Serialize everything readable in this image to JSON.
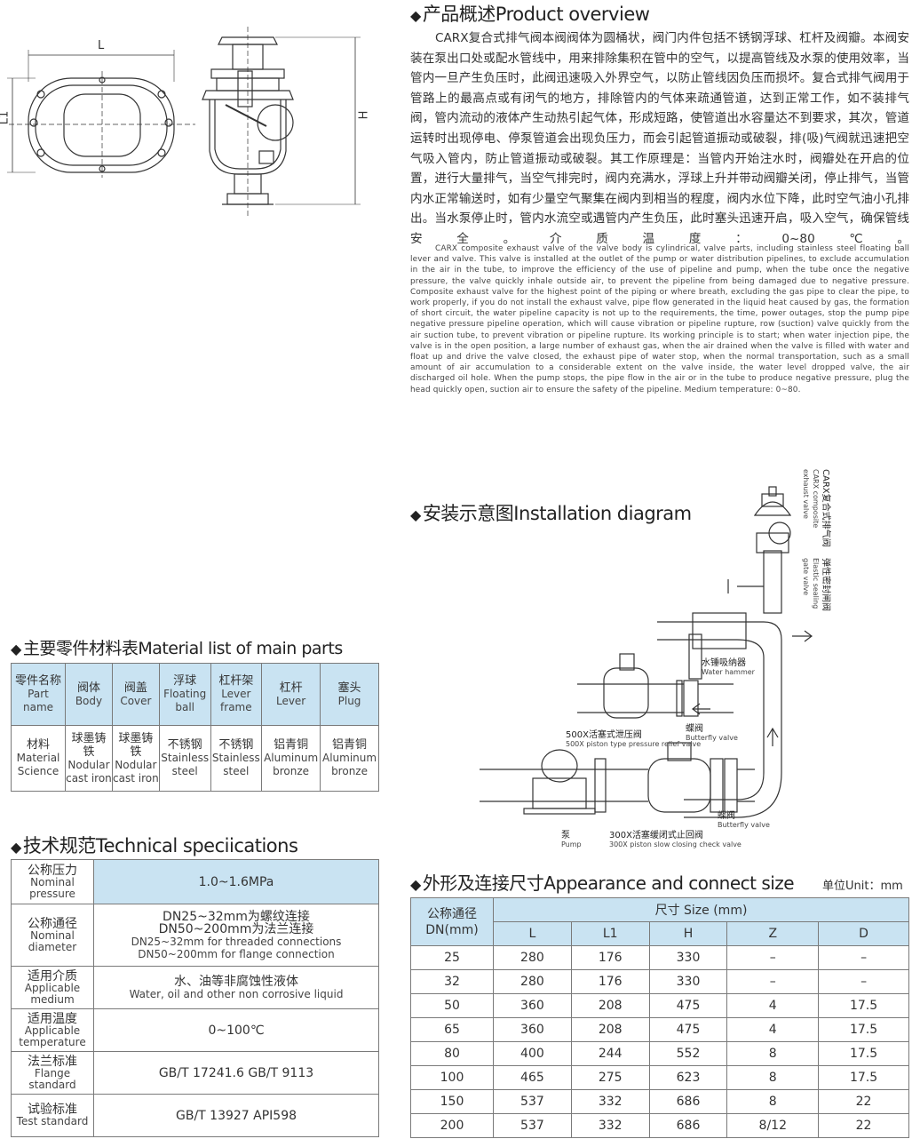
{
  "overview": {
    "title": "产品概述Product overview",
    "cn_text": "CARX复合式排气阀本阀阀体为圆桶状，阀门内件包括不锈钢浮球、杠杆及阀瓣。本阀安装在泵出口处或配水管线中，用来排除集积在管中的空气，以提高管线及水泵的使用效率，当管内一旦产生负压时，此阀迅速吸入外界空气，以防止管线因负压而损坏。复合式排气阀用于管路上的最高点或有闭气的地方，排除管内的气体来疏通管道，达到正常工作，如不装排气阀，管内流动的液体产生动热引起气体，形成短路，使管道出水容量达不到要求，其次，管道运转时出现停电、停泵管道会出现负压力，而会引起管道振动或破裂，排(吸)气阀就迅速把空气吸入管内，防止管道振动或破裂。其工作原理是：当管内开始注水时，阀瓣处在开启的位置，进行大量排气，当空气排完时，阀内充满水，浮球上升并带动阀瓣关闭，停止排气，当管内水正常输送时，如有少量空气聚集在阀内到相当的程度，阀内水位下降，此时空气油小孔排出。当水泵停止时，管内水流空或遇管内产生负压，此时塞头迅速开启，吸入空气，确保管线安全。介质温度：0~80℃。",
    "en_text": "CARX composite exhaust valve of the valve body is cylindrical, valve parts, including stainless steel floating ball lever and valve. This valve is installed at the outlet of the pump or water distribution pipelines, to exclude accumulation in the air in the tube, to improve the efficiency of the use of pipeline and pump, when the tube once the negative pressure, the valve quickly inhale outside air, to prevent the pipeline from being damaged due to negative pressure. Composite exhaust valve for the highest point of the piping or where breath, excluding the gas pipe to clear the pipe, to work properly, if you do not install the exhaust valve, pipe flow generated in the liquid heat caused by gas, the formation of short circuit, the water pipeline capacity is not up to the requirements, the time, power outages, stop the pump pipe negative pressure pipeline operation, which will cause vibration or pipeline rupture, row (suction) valve quickly from the air suction tube, to prevent vibration or pipeline rupture. Its working principle is to start; when water injection pipe, the valve is in the open position, a large number of exhaust gas, when the air drained when the valve is filled with water and float up and drive the valve closed, the exhaust pipe of water stop, when the normal transportation, such as a small amount of air accumulation to a considerable extent on the valve inside, the water level dropped valve, the air discharged oil hole. When the pump stops, the pipe flow in the air or in the tube to produce negative pressure, plug the head quickly open, suction air to ensure the safety of the pipeline. Medium temperature: 0~80."
  },
  "drawing": {
    "dim_L": "L",
    "dim_L1": "L1",
    "dim_H": "H"
  },
  "installation": {
    "title": "安装示意图Installation diagram",
    "labels": {
      "carx_cn": "CARX复合式排气阀",
      "carx_en1": "CARX composite",
      "carx_en2": "exhaust valve",
      "gate_cn": "弹性密封闸阀",
      "gate_en1": "Elastic sealing",
      "gate_en2": "gate valve",
      "hammer_cn": "水锤吸纳器",
      "hammer_en": "Water hammer",
      "relief_cn": "500X活塞式泄压阀",
      "relief_en": "500X piston type pressure relief valve",
      "butterfly1_cn": "蝶阀",
      "butterfly1_en": "Butterfly valve",
      "butterfly2_cn": "蝶阀",
      "butterfly2_en": "Butterfly valve",
      "pump_cn": "泵",
      "pump_en": "Pump",
      "check_cn": "300X活塞缓闭式止回阀",
      "check_en": "300X piston slow closing check valve"
    }
  },
  "materials": {
    "title": "主要零件材料表Material list of main parts",
    "header": [
      {
        "cn": "零件名称",
        "en": "Part name"
      },
      {
        "cn": "阀体",
        "en": "Body"
      },
      {
        "cn": "阀盖",
        "en": "Cover"
      },
      {
        "cn": "浮球",
        "en": "Floating ball"
      },
      {
        "cn": "杠杆架",
        "en": "Lever frame"
      },
      {
        "cn": "杠杆",
        "en": "Lever"
      },
      {
        "cn": "塞头",
        "en": "Plug"
      }
    ],
    "row": [
      {
        "cn": "材料",
        "en": "Material Science"
      },
      {
        "cn": "球墨铸铁",
        "en": "Nodular cast iron"
      },
      {
        "cn": "球墨铸铁",
        "en": "Nodular cast iron"
      },
      {
        "cn": "不锈钢",
        "en": "Stainless steel"
      },
      {
        "cn": "不锈钢",
        "en": "Stainless steel"
      },
      {
        "cn": "铝青铜",
        "en": "Aluminum bronze"
      },
      {
        "cn": "铝青铜",
        "en": "Aluminum bronze"
      }
    ]
  },
  "specs": {
    "title": "技术规范Technical speciications",
    "rows": [
      {
        "k_cn": "公称压力",
        "k_en": "Nominal pressure",
        "v_cn": "1.0~1.6MPa",
        "v_en": ""
      },
      {
        "k_cn": "公称通径",
        "k_en": "Nominal diameter",
        "v_cn": "DN25~32mm为螺纹连接",
        "v_cn2": "DN50~200mm为法兰连接",
        "v_en": "DN25~32mm for threaded connections",
        "v_en2": "DN50~200mm for flange connection"
      },
      {
        "k_cn": "适用介质",
        "k_en": "Applicable medium",
        "v_cn": "水、油等非腐蚀性液体",
        "v_en": "Water, oil and other non corrosive liquid"
      },
      {
        "k_cn": "适用温度",
        "k_en": "Applicable temperature",
        "v_cn": "0~100℃",
        "v_en": ""
      },
      {
        "k_cn": "法兰标准",
        "k_en": "Flange standard",
        "v_cn": "GB/T 17241.6  GB/T 9113",
        "v_en": ""
      },
      {
        "k_cn": "试验标准",
        "k_en": "Test standard",
        "v_cn": "GB/T 13927  API598",
        "v_en": ""
      }
    ]
  },
  "dimensions": {
    "title": "外形及连接尺寸Appearance and connect size",
    "unit": "单位Unit：mm",
    "dn_header": "公称通径",
    "dn_header2": "DN(mm)",
    "size_header": "尺寸 Size (mm)",
    "columns": [
      "L",
      "L1",
      "H",
      "Z",
      "D"
    ],
    "rows": [
      [
        "25",
        "280",
        "176",
        "330",
        "–",
        "–"
      ],
      [
        "32",
        "280",
        "176",
        "330",
        "–",
        "–"
      ],
      [
        "50",
        "360",
        "208",
        "475",
        "4",
        "17.5"
      ],
      [
        "65",
        "360",
        "208",
        "475",
        "4",
        "17.5"
      ],
      [
        "80",
        "400",
        "244",
        "552",
        "8",
        "17.5"
      ],
      [
        "100",
        "465",
        "275",
        "623",
        "8",
        "17.5"
      ],
      [
        "150",
        "537",
        "332",
        "686",
        "8",
        "22"
      ],
      [
        "200",
        "537",
        "332",
        "686",
        "8/12",
        "22"
      ]
    ]
  }
}
